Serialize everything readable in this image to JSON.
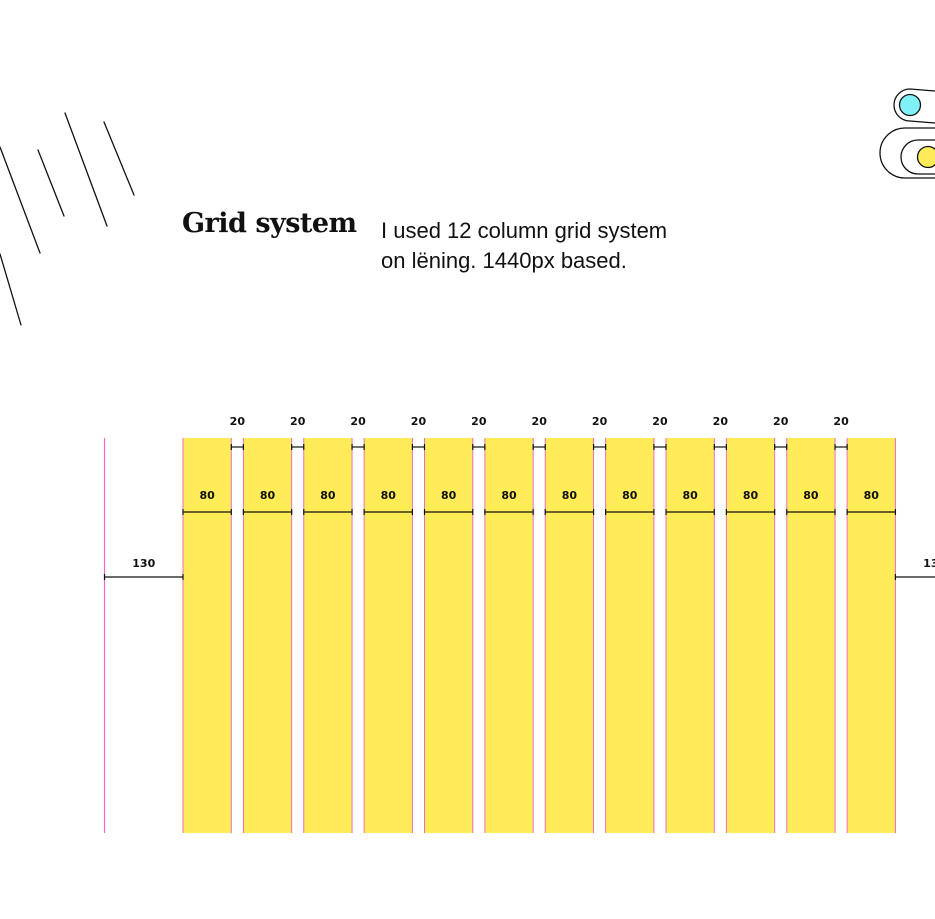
{
  "header": {
    "title": "Grid system",
    "description_lines": [
      "I used 12 column grid system",
      "on lëning. 1440px based."
    ]
  },
  "grid": {
    "column_count": 12,
    "column_width": 80,
    "gutter_width": 20,
    "margin_width": 130,
    "column_label": "80",
    "gutter_label": "20",
    "margin_label": "130",
    "column_color": "#FFEC57",
    "guide_color": "#F06CC2",
    "dimension_color": "#111111"
  },
  "decorations": {
    "toggle_colors": [
      "#7FF1F7",
      "#FFEC57"
    ]
  }
}
